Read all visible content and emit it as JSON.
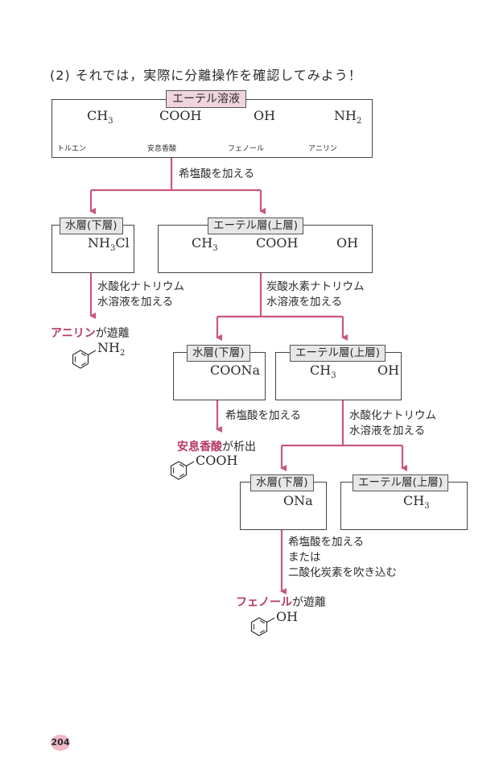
{
  "heading": "(2)  それでは，実際に分離操作を確認してみよう！",
  "page_number": "204",
  "top_box": {
    "title": "エーテル溶液",
    "compounds": [
      {
        "formula": "CH",
        "sub": "3",
        "name": "トルエン"
      },
      {
        "formula": "COOH",
        "sub": "",
        "name": "安息香酸"
      },
      {
        "formula": "OH",
        "sub": "",
        "name": "フェノール"
      },
      {
        "formula": "NH",
        "sub": "2",
        "name": "アニリン"
      }
    ]
  },
  "step1": {
    "text": "希塩酸を加える"
  },
  "water1": {
    "title": "水層(下層)",
    "formula": "NH",
    "sub": "3",
    "tail": "Cl"
  },
  "ether1": {
    "title": "エーテル層(上層)",
    "c1": "CH",
    "c1sub": "3",
    "c2": "COOH",
    "c3": "OH"
  },
  "step2a": {
    "line1": "水酸化ナトリウム",
    "line2": "水溶液を加える"
  },
  "aniline_result": {
    "name": "アニリン",
    "suffix": "が遊離",
    "formula": "NH",
    "sub": "2"
  },
  "step2b": {
    "line1": "炭酸水素ナトリウム",
    "line2": "水溶液を加える"
  },
  "water2": {
    "title": "水層(下層)",
    "formula": "COONa"
  },
  "ether2": {
    "title": "エーテル層(上層)",
    "c1": "CH",
    "c1sub": "3",
    "c2": "OH"
  },
  "step3a": {
    "text": "希塩酸を加える"
  },
  "benzoic_result": {
    "name": "安息香酸",
    "suffix": "が析出",
    "formula": "COOH"
  },
  "step3b": {
    "line1": "水酸化ナトリウム",
    "line2": "水溶液を加える"
  },
  "water3": {
    "title": "水層(下層)",
    "formula": "ONa"
  },
  "ether3": {
    "title": "エーテル層(上層)",
    "formula": "CH",
    "sub": "3"
  },
  "step4": {
    "line1": "希塩酸を加える",
    "line2": "または",
    "line3": "二酸化炭素を吹き込む"
  },
  "phenol_result": {
    "name": "フェノール",
    "suffix": "が遊離",
    "formula": "OH"
  },
  "colors": {
    "accent": "#c8577e",
    "tag_gray": "#e7e7e7",
    "tag_pink": "#f0d5dc"
  }
}
